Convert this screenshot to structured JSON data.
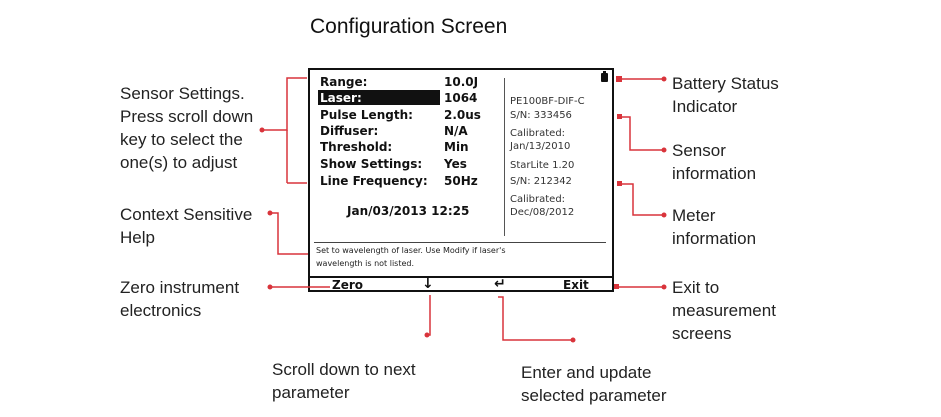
{
  "title": "Configuration Screen",
  "screen": {
    "settings": [
      {
        "label": "Range:",
        "value": "10.0J"
      },
      {
        "label": "Laser:",
        "value": "1064"
      },
      {
        "label": "Pulse Length:",
        "value": "2.0us"
      },
      {
        "label": "Diffuser:",
        "value": "N/A"
      },
      {
        "label": "Threshold:",
        "value": "Min"
      },
      {
        "label": "Show Settings:",
        "value": "Yes"
      },
      {
        "label": "Line Frequency:",
        "value": "50Hz"
      }
    ],
    "datetime": "Jan/03/2013 12:25",
    "sensor_info": [
      "PE100BF-DIF-C",
      "S/N: 333456",
      "Calibrated:",
      "Jan/13/2010"
    ],
    "meter_info": [
      "StarLite 1.20",
      "S/N: 212342",
      "Calibrated:",
      "Dec/08/2012"
    ],
    "help_text": [
      "Set to wavelength of laser. Use Modify if laser's",
      "wavelength is not listed."
    ],
    "softkeys": {
      "zero": "Zero",
      "scroll": "↓",
      "enter": "↵",
      "exit": "Exit"
    }
  },
  "callouts": {
    "sensor_settings": [
      "Sensor Settings.",
      "Press scroll down",
      "key to select the",
      "one(s) to adjust"
    ],
    "context_help": [
      "Context Sensitive",
      "Help"
    ],
    "zero": [
      "Zero instrument",
      "electronics"
    ],
    "scroll": [
      "Scroll down to next",
      "parameter"
    ],
    "enter": [
      "Enter and update",
      "selected parameter"
    ],
    "exit": [
      "Exit to",
      "measurement",
      "screens"
    ],
    "battery": [
      "Battery Status",
      "Indicator"
    ],
    "sensor_info": [
      "Sensor",
      "information"
    ],
    "meter_info": [
      "Meter",
      "information"
    ]
  },
  "colors": {
    "leader": "#d9343b",
    "screen_border": "#111111"
  }
}
